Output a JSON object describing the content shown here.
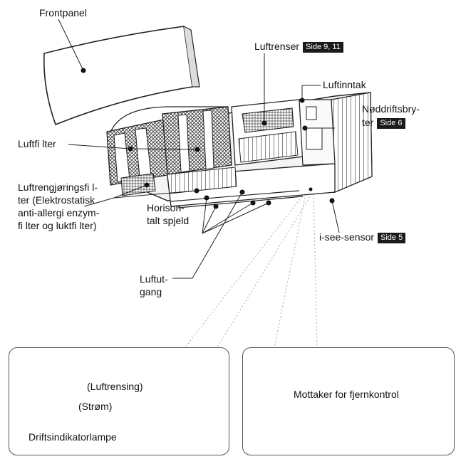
{
  "labels": {
    "frontpanel": "Frontpanel",
    "luftrenser": "Luftrenser",
    "luftrenser_ref": "Side 9, 11",
    "luftinntak": "Luftinntak",
    "nodbryter_line1": "Nøddriftsbry-",
    "nodbryter_line2": "ter",
    "nodbryter_ref": "Side 6",
    "luftfilter": "Luftfi lter",
    "rengjoring": [
      "Luftrengjøringsfi l-",
      "ter (Elektrostatisk",
      "anti-allergi enzym-",
      "fi lter og luktfi lter)"
    ],
    "horisontalt": [
      "Horison-",
      "talt spjeld"
    ],
    "isee": "i-see-sensor",
    "isee_ref": "Side 5",
    "luftutgang": [
      "Luftut-",
      "gang"
    ]
  },
  "left_panel": {
    "luftrensing": "(Luftrensing)",
    "strom": "(Strøm)",
    "title": "Driftsindikatorlampe"
  },
  "right_panel": {
    "mottaker": "Mottaker for fjernkontrol"
  }
}
